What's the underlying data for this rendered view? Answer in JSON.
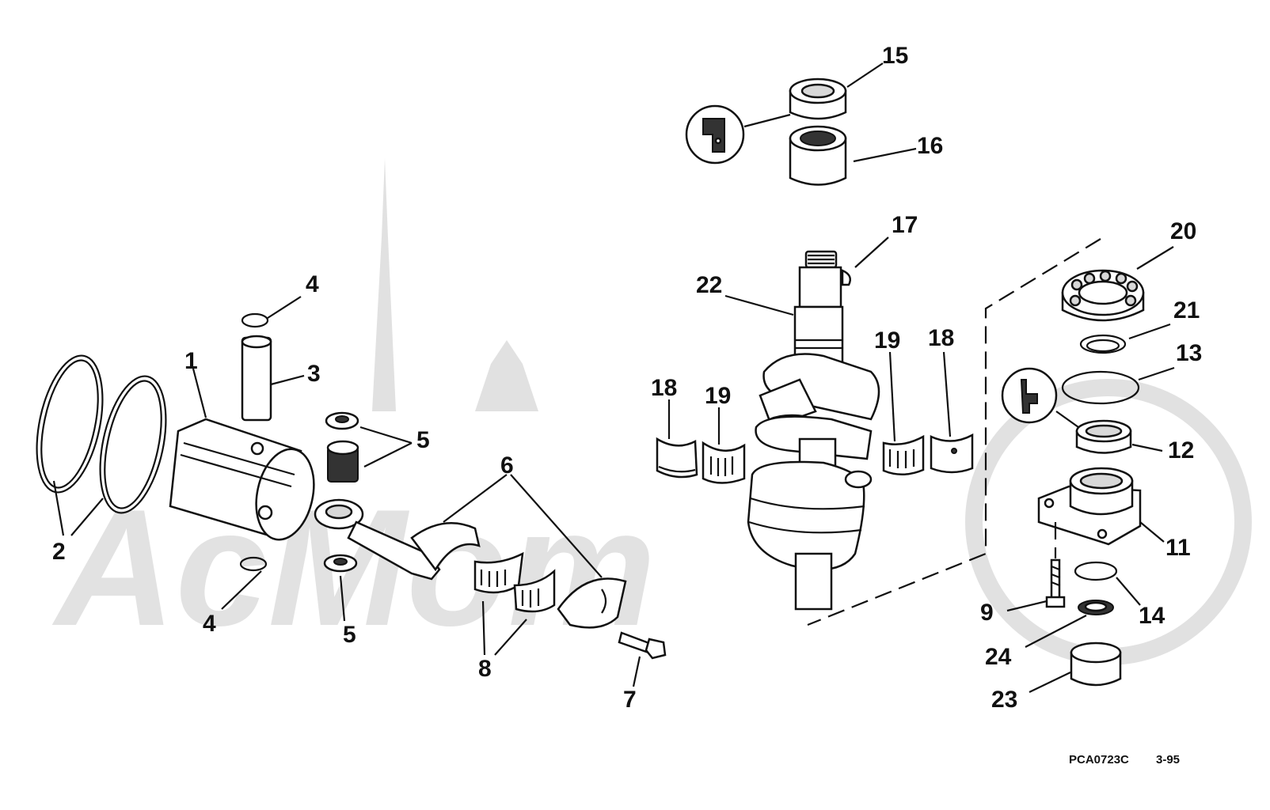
{
  "labels": {
    "l1": "1",
    "l2": "2",
    "l3": "3",
    "l4a": "4",
    "l4b": "4",
    "l5a": "5",
    "l5b": "5",
    "l6": "6",
    "l7": "7",
    "l8": "8",
    "l9": "9",
    "l11": "11",
    "l12": "12",
    "l13": "13",
    "l14": "14",
    "l15": "15",
    "l16": "16",
    "l17": "17",
    "l18a": "18",
    "l18b": "18",
    "l19a": "19",
    "l19b": "19",
    "l20": "20",
    "l21": "21",
    "l22": "22",
    "l23": "23",
    "l24": "24"
  },
  "footer": {
    "code": "PCA0723C",
    "date": "3-95"
  },
  "watermark": {
    "text": "AcMom"
  },
  "icons": [
    "sealant-icon",
    "lubricant-icon"
  ]
}
